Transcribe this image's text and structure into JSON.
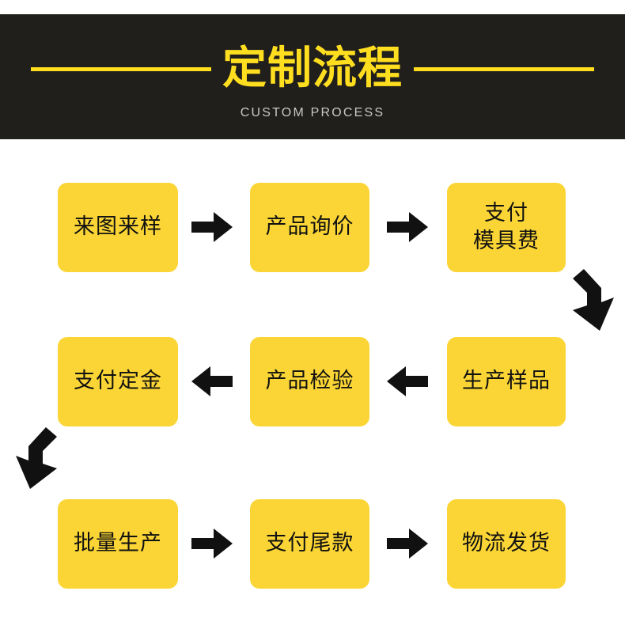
{
  "header": {
    "title": "定制流程",
    "subtitle": "CUSTOM PROCESS",
    "background_color": "#211f1c",
    "title_color": "#ffdd1f",
    "subtitle_color": "#c9c8c5",
    "rule_color": "#ffdd1f"
  },
  "theme": {
    "node_fill": "#fad535",
    "node_text_color": "#111111",
    "arrow_color": "#111111",
    "page_background": "#ffffff"
  },
  "flow": {
    "rows": [
      {
        "direction": "left-to-right",
        "nodes": [
          {
            "label": "来图来样"
          },
          {
            "label": "产品询价"
          },
          {
            "label": "支付\n模具费"
          }
        ]
      },
      {
        "direction": "right-to-left",
        "nodes": [
          {
            "label": "支付定金"
          },
          {
            "label": "产品检验"
          },
          {
            "label": "生产样品"
          }
        ]
      },
      {
        "direction": "left-to-right",
        "nodes": [
          {
            "label": "批量生产"
          },
          {
            "label": "支付尾款"
          },
          {
            "label": "物流发货"
          }
        ]
      }
    ],
    "connectors": [
      {
        "name": "arrow-row1-step1",
        "direction": "right"
      },
      {
        "name": "arrow-row1-step2",
        "direction": "right"
      },
      {
        "name": "arrow-row2-step1",
        "direction": "left"
      },
      {
        "name": "arrow-row2-step2",
        "direction": "left"
      },
      {
        "name": "arrow-row3-step1",
        "direction": "right"
      },
      {
        "name": "arrow-row3-step2",
        "direction": "right"
      },
      {
        "name": "arrow-wrap-right",
        "direction": "down-left-curve"
      },
      {
        "name": "arrow-wrap-left",
        "direction": "down-right-curve"
      }
    ]
  }
}
